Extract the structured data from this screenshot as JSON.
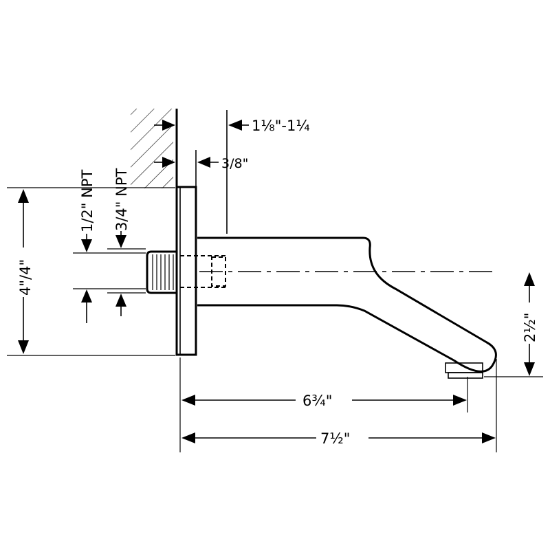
{
  "dimensions": {
    "escutcheon_gap": "1⅛\"-1¼",
    "escutcheon_thickness": "3/8\"",
    "connection_half_npt": "1/2\" NPT",
    "connection_three_quarter_npt": "3/4\" NPT",
    "height_outlet_above": "4\"/4\"",
    "spout_drop": "2½\"",
    "reach_outlet": "6¾\"",
    "overall_length": "7½\""
  }
}
